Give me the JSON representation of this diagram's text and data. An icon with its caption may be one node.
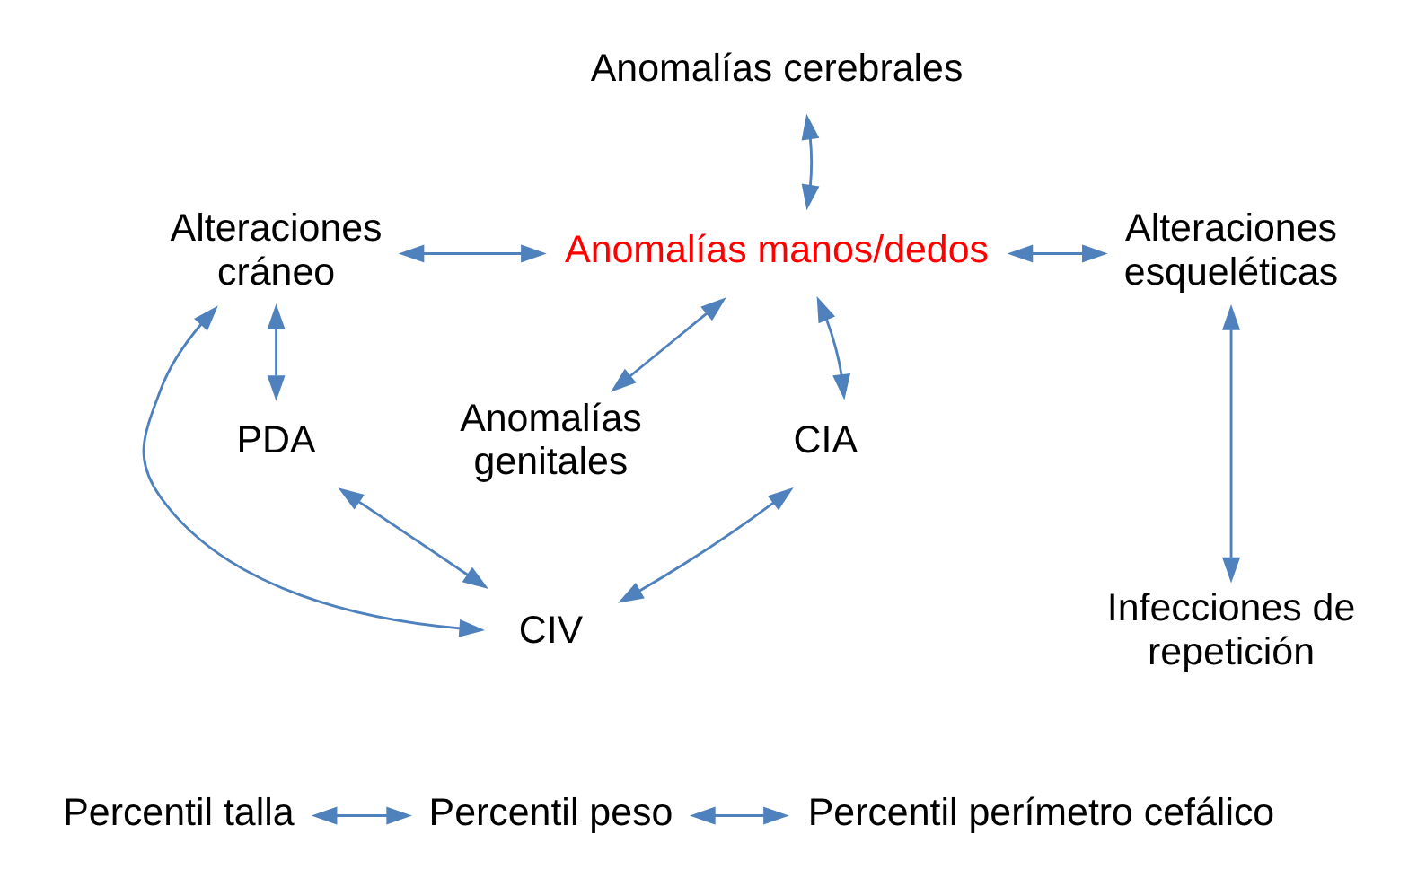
{
  "diagram": {
    "nodes": [
      {
        "text": [
          "Anomalías cerebrales"
        ]
      },
      {
        "text": [
          "Alteraciones cráneo"
        ]
      },
      {
        "text": [
          "Anomalías manos/dedos"
        ]
      },
      {
        "text": [
          "Alteraciones esqueléticas"
        ]
      },
      {
        "text": [
          "PDA"
        ]
      },
      {
        "text": [
          "CIA"
        ]
      },
      {
        "text": [
          "Anomalías genitales"
        ]
      },
      {
        "text": [
          "Infecciones de repetición"
        ]
      },
      {
        "text": [
          "CIV"
        ]
      },
      {
        "text": [
          "Percentil talla"
        ]
      },
      {
        "text": [
          "Percentil peso"
        ]
      },
      {
        "text": [
          "Percentil perímetro cefálico"
        ]
      }
    ],
    "edges": [
      {
        "from": 0,
        "to": 2,
        "arrow": "both"
      },
      {
        "from": 1,
        "to": 2,
        "arrow": "both"
      },
      {
        "from": 2,
        "to": 3,
        "arrow": "both"
      },
      {
        "from": 1,
        "to": 4,
        "arrow": "both"
      },
      {
        "from": 2,
        "to": 5,
        "arrow": "both"
      },
      {
        "from": 2,
        "to": 6,
        "arrow": "both"
      },
      {
        "from": 3,
        "to": 7,
        "arrow": "both"
      },
      {
        "from": 4,
        "to": 8,
        "arrow": "both"
      },
      {
        "from": 8,
        "to": 5,
        "arrow": "both"
      },
      {
        "from": 1,
        "to": 8,
        "arrow": "both"
      },
      {
        "from": 9,
        "to": 10,
        "arrow": "both"
      },
      {
        "from": 10,
        "to": 11,
        "arrow": "both"
      }
    ]
  }
}
